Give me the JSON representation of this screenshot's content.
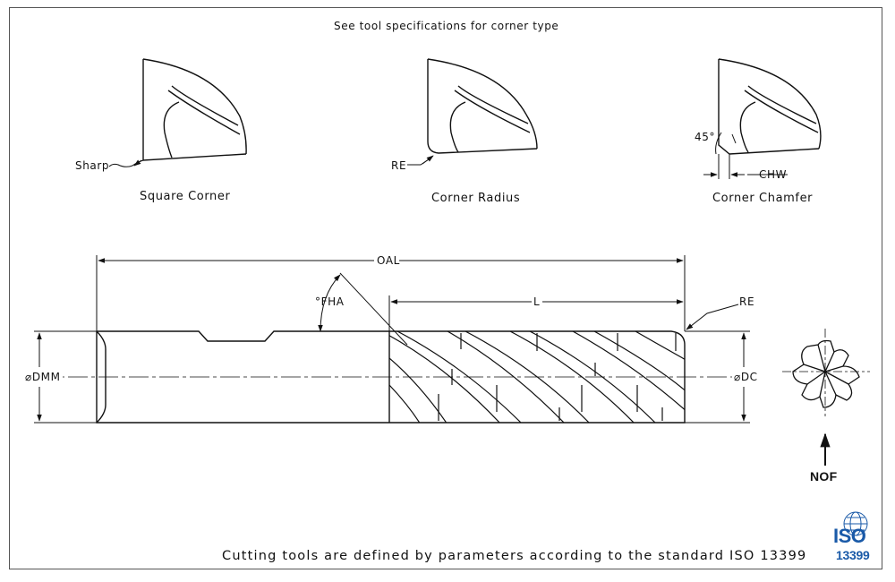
{
  "header_note": "See tool specifications for corner type",
  "corners": [
    {
      "caption": "Square Corner",
      "label": "Sharp"
    },
    {
      "caption": "Corner Radius",
      "label": "RE"
    },
    {
      "caption": "Corner Chamfer",
      "angle_label": "45°",
      "width_label": "CHW"
    }
  ],
  "dimensions": {
    "oal": "OAL",
    "l": "L",
    "re": "RE",
    "fha": "°FHA",
    "dmm": "⌀DMM",
    "dc": "⌀DC",
    "nof": "NOF"
  },
  "footer": "Cutting tools are defined by parameters according to the standard ISO 13399",
  "iso_logo": {
    "text": "ISO",
    "number": "13399",
    "color": "#1a5aa8"
  }
}
